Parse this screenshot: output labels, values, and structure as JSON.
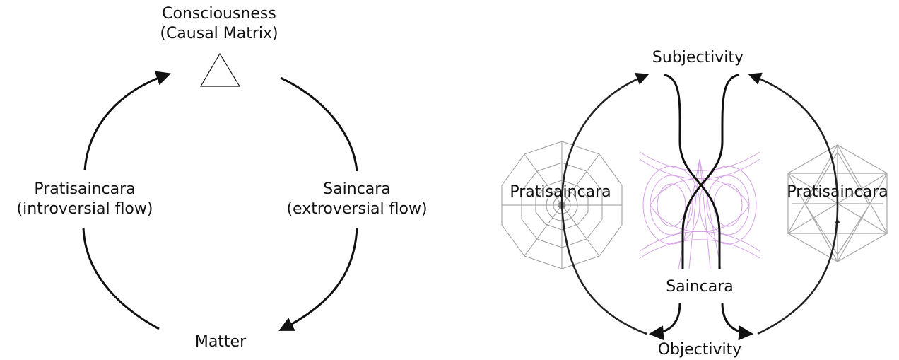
{
  "left_diagram": {
    "top_label": {
      "line1": "Consciousness",
      "line2": "(Causal Matrix)"
    },
    "left_label": {
      "line1": "Pratisaincara",
      "line2": "(introversial flow)"
    },
    "right_label": {
      "line1": "Saincara",
      "line2": "(extroversial flow)"
    },
    "bottom_label": "Matter"
  },
  "right_diagram": {
    "top_label": "Subjectivity",
    "left_label": "Pratisaincara",
    "right_label": "Pratisaincara",
    "center_label": "Saincara",
    "bottom_label": "Objectivity"
  },
  "colors": {
    "stroke": "#111111",
    "geometry_gray": "#9a9a9a",
    "pattern_violet": "#c77fe0"
  }
}
